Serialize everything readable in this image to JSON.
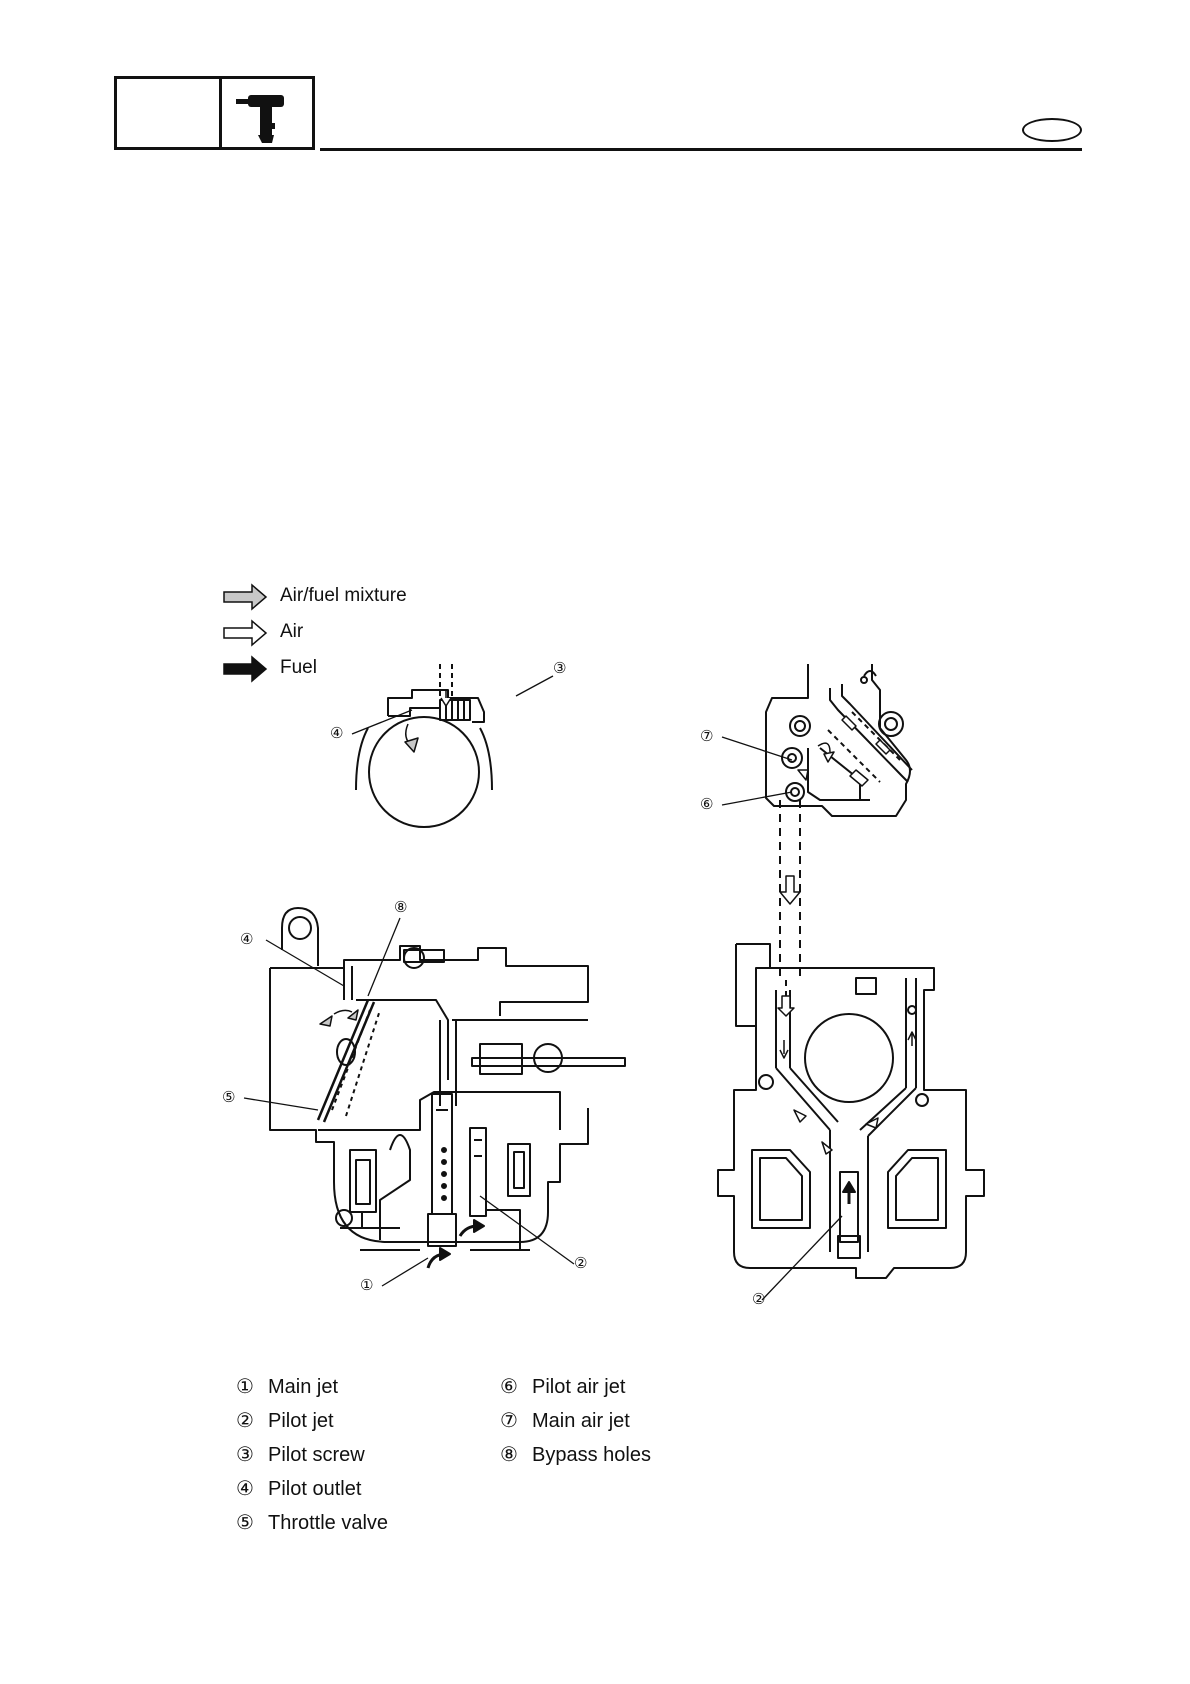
{
  "legend": [
    {
      "label": "Air/fuel mixture",
      "arrow": "gray-arrow-icon",
      "fill": "#c8c8c8"
    },
    {
      "label": "Air",
      "arrow": "hollow-arrow-icon",
      "fill": "#ffffff"
    },
    {
      "label": "Fuel",
      "arrow": "black-arrow-icon",
      "fill": "#111111"
    }
  ],
  "callouts": {
    "c1": "①",
    "c2": "②",
    "c3": "③",
    "c4": "④",
    "c5": "⑤",
    "c6": "⑥",
    "c7": "⑦",
    "c8": "⑧"
  },
  "key": [
    {
      "num": "①",
      "label": "Main jet"
    },
    {
      "num": "②",
      "label": "Pilot jet"
    },
    {
      "num": "③",
      "label": "Pilot screw"
    },
    {
      "num": "④",
      "label": "Pilot outlet"
    },
    {
      "num": "⑤",
      "label": "Throttle valve"
    },
    {
      "num": "⑥",
      "label": "Pilot air jet"
    },
    {
      "num": "⑦",
      "label": "Main air jet"
    },
    {
      "num": "⑧",
      "label": "Bypass holes"
    }
  ]
}
